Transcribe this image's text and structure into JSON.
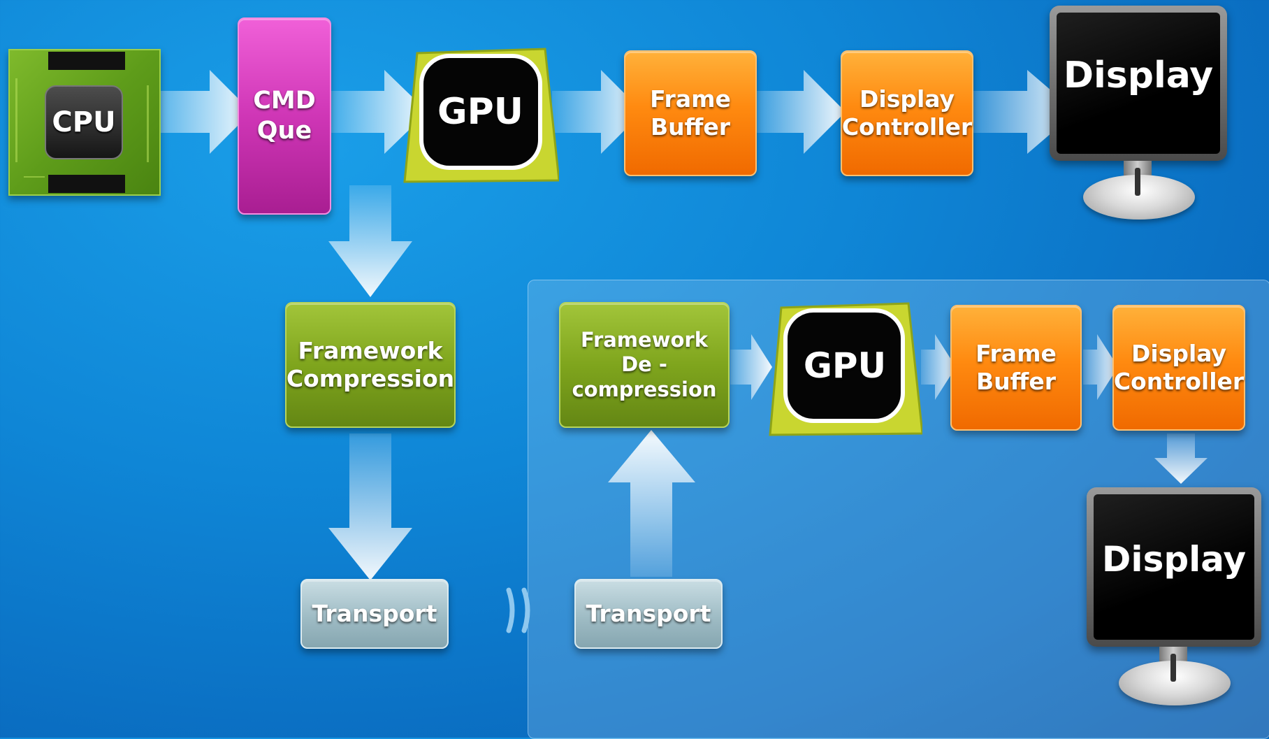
{
  "pipeline_top": {
    "cpu": "CPU",
    "cmd_queue": "CMD\nQue",
    "gpu": "GPU",
    "frame_buffer": "Frame\nBuffer",
    "display_controller": "Display\nController",
    "display": "Display"
  },
  "pipeline_local_branch": {
    "framework_compression": "Framework\nCompression",
    "transport": "Transport"
  },
  "pipeline_remote": {
    "framework_decompression": "Framework\nDe -compression",
    "gpu": "GPU",
    "frame_buffer": "Frame\nBuffer",
    "display_controller": "Display\nController",
    "display": "Display",
    "transport": "Transport"
  },
  "colors": {
    "background": "#0f86d6",
    "orange_box": "#ff8a10",
    "green_box": "#7fa51d",
    "magenta_box": "#cf36b6",
    "transport_box": "#9fbcc5",
    "gpu_package": "#c8d832",
    "arrow": "#e6f4ff"
  },
  "icons": {
    "cpu": "cpu-chip-icon",
    "gpu": "gpu-chip-icon",
    "display": "monitor-icon",
    "link": "wireless-waves-icon"
  }
}
